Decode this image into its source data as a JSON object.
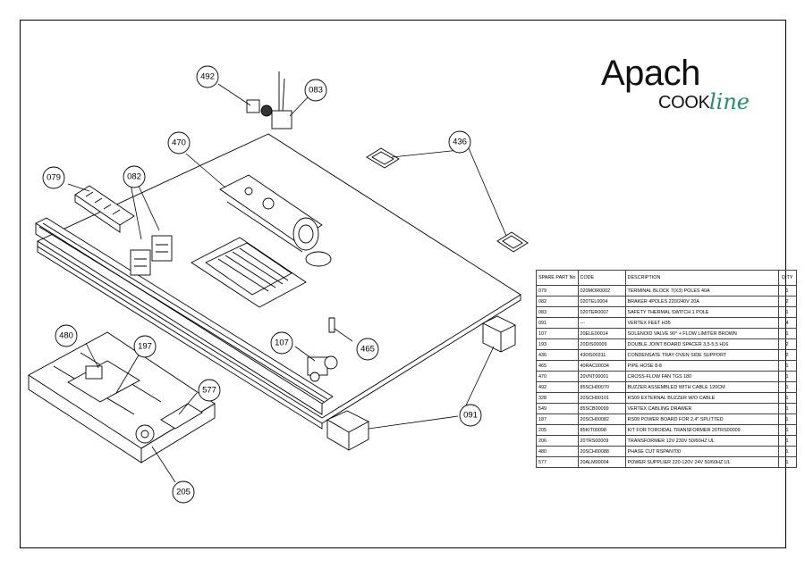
{
  "brand": {
    "name": "Apach",
    "sub_cook": "COOK",
    "sub_line": "line",
    "accent_color": "#1f8f6e"
  },
  "callouts": [
    "492",
    "083",
    "470",
    "436",
    "079",
    "082",
    "107",
    "465",
    "091",
    "480",
    "197",
    "577",
    "205"
  ],
  "table": {
    "headers": [
      "SPARE PART No",
      "CODE",
      "DESCRIPTION",
      "Q.TY"
    ],
    "rows": [
      [
        "079",
        "020MOR0002",
        "TERMINAL BLOCK 7(X3) POLES 40A",
        "1"
      ],
      [
        "082",
        "020TEL0004",
        "BRAKER 4POLES 220/240V 20A",
        "2"
      ],
      [
        "083",
        "020TER0007",
        "SAFETY THERMAL SWITCH 1 POLE",
        "1"
      ],
      [
        "091",
        "---",
        "VERTEX FEET H35",
        "4"
      ],
      [
        "107",
        "20ELE00014",
        "SOLENOID VALVE 90° + FLOW LIMITER BROWN",
        "1"
      ],
      [
        "193",
        "20DIS00009",
        "DOUBLE JOINT BOARD SPACER 3,5-5,5 H16",
        "2"
      ],
      [
        "436",
        "430IS00311",
        "CONDENSATE TRAY OVEN SIDE SUPPORT",
        "2"
      ],
      [
        "465",
        "40RAC00034",
        "PIPE HOSE 8-8",
        "1"
      ],
      [
        "470",
        "20VNT00001",
        "CROSS-FLOW FAN TGS 180",
        "1"
      ],
      [
        "492",
        "85SCH00070",
        "BUZZER ASSEMBLED WITH CABLE 120CM",
        "1"
      ],
      [
        "328",
        "20SCH00101",
        "RS09 EXTERNAL BUZZER W/O CABLE",
        "1"
      ],
      [
        "549",
        "85SCB00099",
        "VERTEX CABLING DRAWER",
        "1"
      ],
      [
        "187",
        "20SCH00082",
        "RS09 POWER BOARD FOR 2,4\" SPLITTED",
        "1"
      ],
      [
        "205",
        "85KIT00098",
        "KIT FOR TOROIDAL TRANSFORMER 20TRS00009",
        "1"
      ],
      [
        "206",
        "20TRS00009",
        "TRANSFORMER 12V 230V 50/60HZ UL",
        "1"
      ],
      [
        "480",
        "20SCH00088",
        "PHASE CUT RSPAN700",
        "1"
      ],
      [
        "577",
        "20ALM00004",
        "POWER SUPPLIER 220-120V 24V 50/60HZ UL",
        "1"
      ]
    ]
  }
}
